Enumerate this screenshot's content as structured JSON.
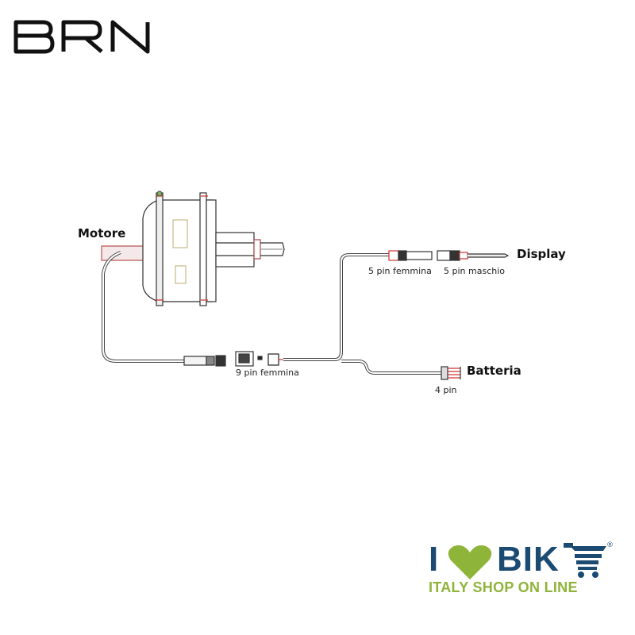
{
  "brand_logo": {
    "text": "BRN"
  },
  "labels": {
    "motor": "Motore",
    "display": "Display",
    "battery": "Batteria",
    "connector_9pin_female": "9 pin femmina",
    "connector_5pin_female": "5 pin femmina",
    "connector_5pin_male": "5 pin maschio",
    "connector_4pin": "4 pin"
  },
  "shop_logo": {
    "i": "I",
    "bik": "BIK",
    "tagline": "ITALY SHOP ON LINE",
    "registered": "®",
    "colors": {
      "blue": "#1b4a72",
      "green": "#8fb43a"
    }
  }
}
